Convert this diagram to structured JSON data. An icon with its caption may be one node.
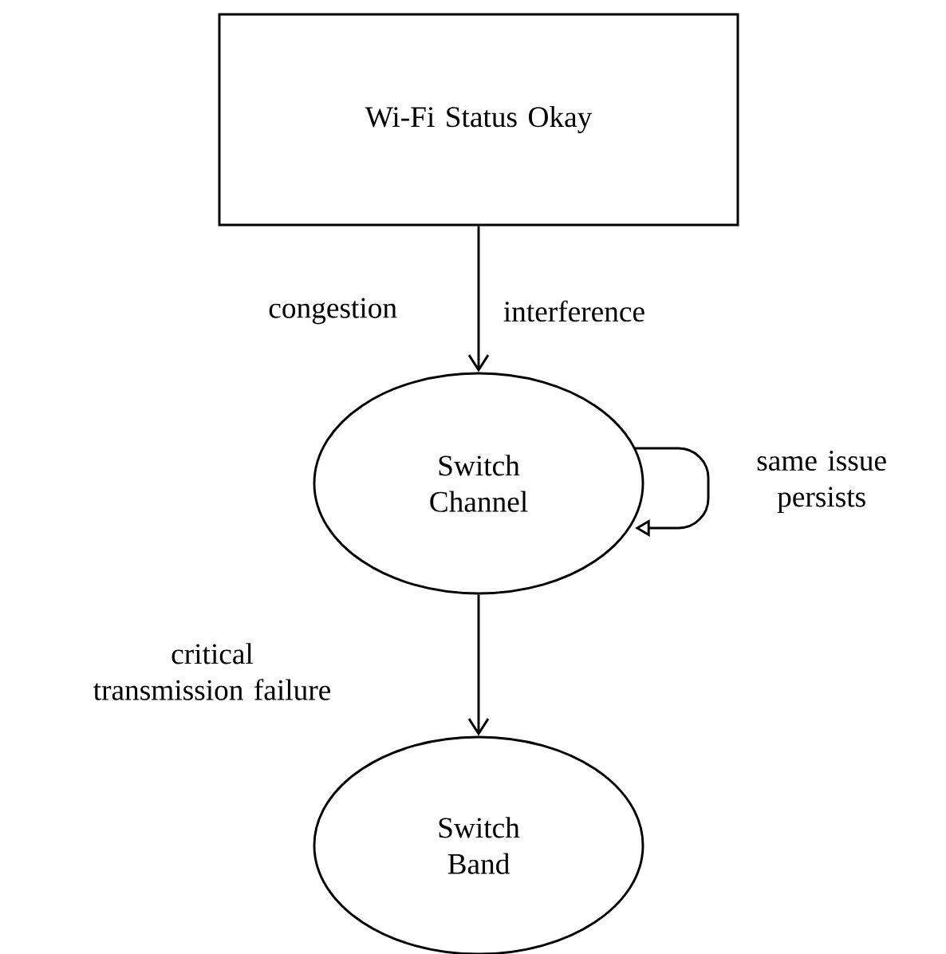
{
  "diagram": {
    "nodes": [
      {
        "text": [
          "Wi-Fi Status Okay"
        ]
      },
      {
        "text": [
          "Switch Channel"
        ]
      },
      {
        "text": [
          "Switch Band"
        ]
      }
    ],
    "edges": [
      {
        "from": 0,
        "to": 1,
        "arrow": "to",
        "label": "congestion"
      },
      {
        "from": 1,
        "to": 1,
        "arrow": "to",
        "label": "same issue persists"
      },
      {
        "from": 1,
        "to": 2,
        "arrow": "to",
        "label": "critical transmission failure"
      }
    ],
    "labels": [
      "interference"
    ]
  }
}
